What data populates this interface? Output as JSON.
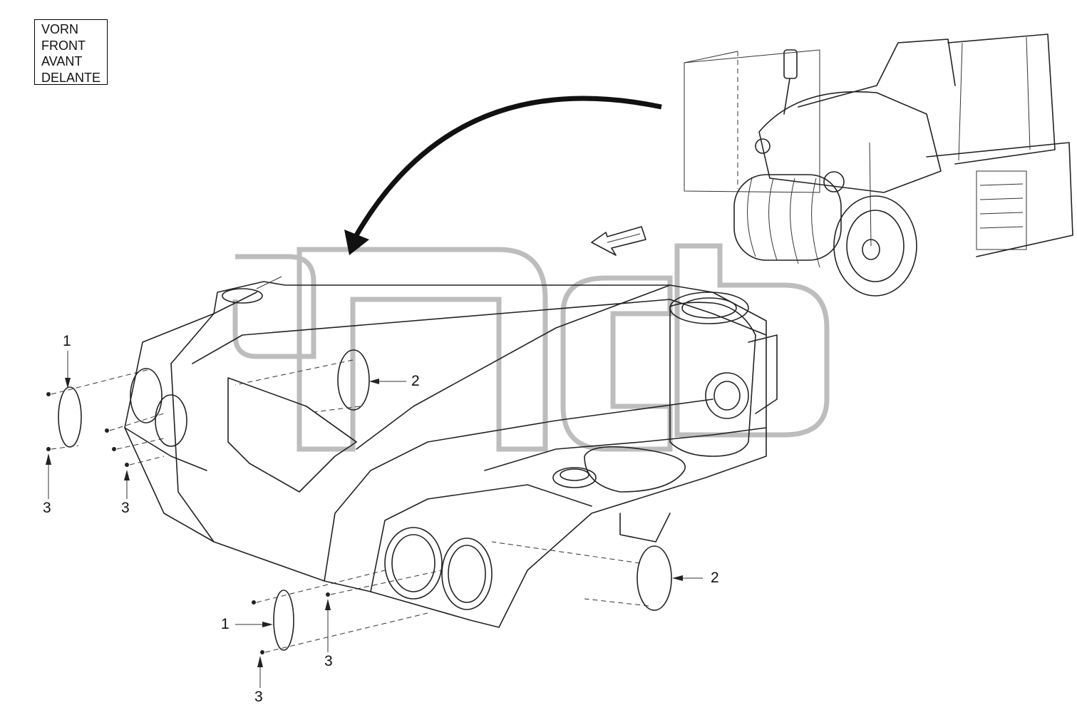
{
  "front_legend": {
    "lines": [
      "VORN",
      "FRONT",
      "AVANT",
      "DELANTE"
    ]
  },
  "callouts": [
    {
      "id": "c1a",
      "text": "1"
    },
    {
      "id": "c1b",
      "text": "1"
    },
    {
      "id": "c2a",
      "text": "2"
    },
    {
      "id": "c2b",
      "text": "2"
    },
    {
      "id": "c3a",
      "text": "3"
    },
    {
      "id": "c3b",
      "text": "3"
    },
    {
      "id": "c3c",
      "text": "3"
    },
    {
      "id": "c3d",
      "text": "3"
    }
  ],
  "colors": {
    "line": "#222222",
    "watermark": "#bdbdbd",
    "background": "#ffffff"
  }
}
